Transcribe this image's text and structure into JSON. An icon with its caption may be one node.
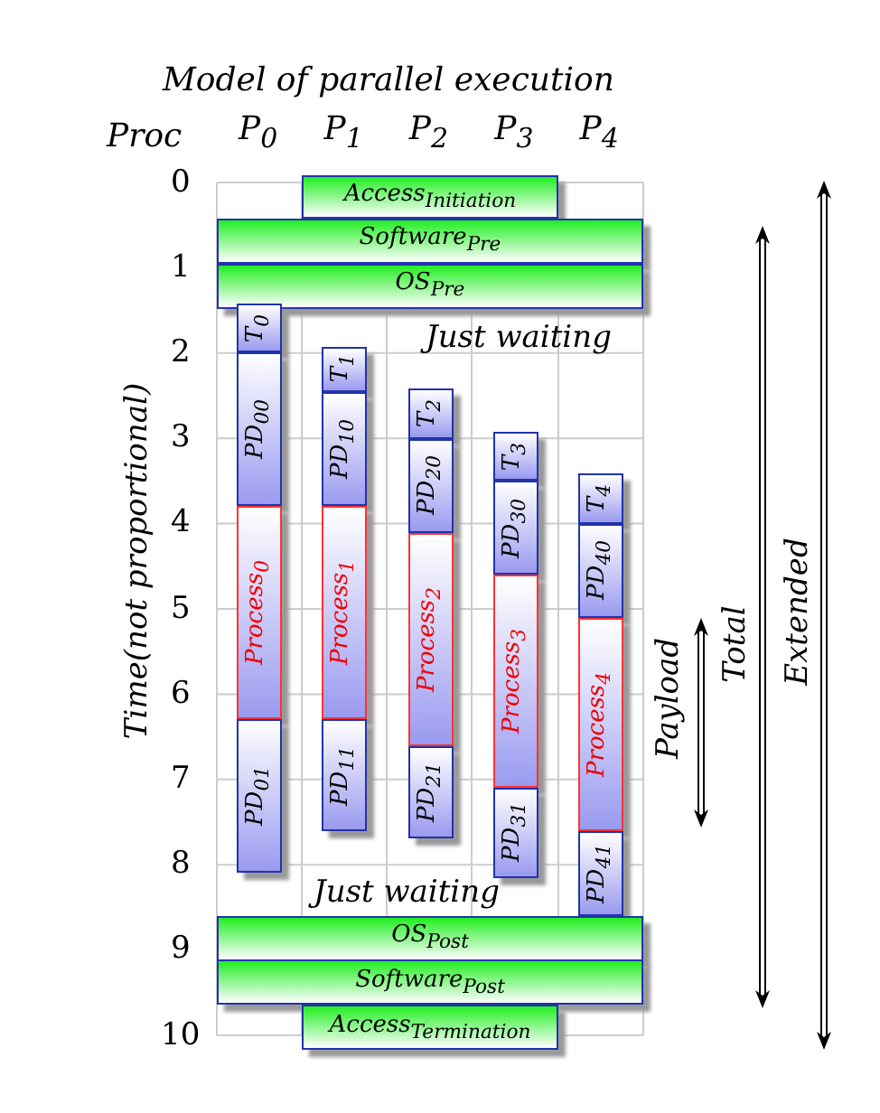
{
  "diagram": {
    "title": "Model of parallel execution",
    "nodes": [
      {
        "text": [
          "Access$_{Initiation}$"
        ]
      },
      {
        "text": [
          "Software$_{Pre}$"
        ]
      },
      {
        "text": [
          "OS$_{Pre}$"
        ]
      },
      {
        "text": [
          "T$_{0}$"
        ]
      },
      {
        "text": [
          "PD$_{00}$"
        ]
      },
      {
        "text": [
          "Process$_{0}$"
        ]
      },
      {
        "text": [
          "PD$_{01}$"
        ]
      },
      {
        "text": [
          "T$_{1}$"
        ]
      },
      {
        "text": [
          "PD$_{10}$"
        ]
      },
      {
        "text": [
          "Process$_{1}$"
        ]
      },
      {
        "text": [
          "PD$_{11}$"
        ]
      },
      {
        "text": [
          "T$_{2}$"
        ]
      },
      {
        "text": [
          "PD$_{20}$"
        ]
      },
      {
        "text": [
          "Process$_{2}$"
        ]
      },
      {
        "text": [
          "PD$_{21}$"
        ]
      },
      {
        "text": [
          "T$_{3}$"
        ]
      },
      {
        "text": [
          "PD$_{30}$"
        ]
      },
      {
        "text": [
          "Process$_{3}$"
        ]
      },
      {
        "text": [
          "PD$_{31}$"
        ]
      },
      {
        "text": [
          "T$_{4}$"
        ]
      },
      {
        "text": [
          "PD$_{40}$"
        ]
      },
      {
        "text": [
          "Process$_{4}$"
        ]
      },
      {
        "text": [
          "PD$_{41}$"
        ]
      },
      {
        "text": [
          "OS$_{Post}$"
        ]
      },
      {
        "text": [
          "Software$_{Post}$"
        ]
      },
      {
        "text": [
          "Access$_{Termination}$"
        ]
      }
    ],
    "edges": [],
    "labels": [
      "Proc",
      "P$_{0}$",
      "P$_{1}$",
      "P$_{2}$",
      "P$_{3}$",
      "P$_{4}$",
      "0",
      "1",
      "2",
      "3",
      "4",
      "5",
      "6",
      "7",
      "8",
      "9",
      "10",
      "Time(not proportional)",
      "Just waiting",
      "Just waiting",
      "Payload",
      "Total",
      "Extended"
    ]
  }
}
